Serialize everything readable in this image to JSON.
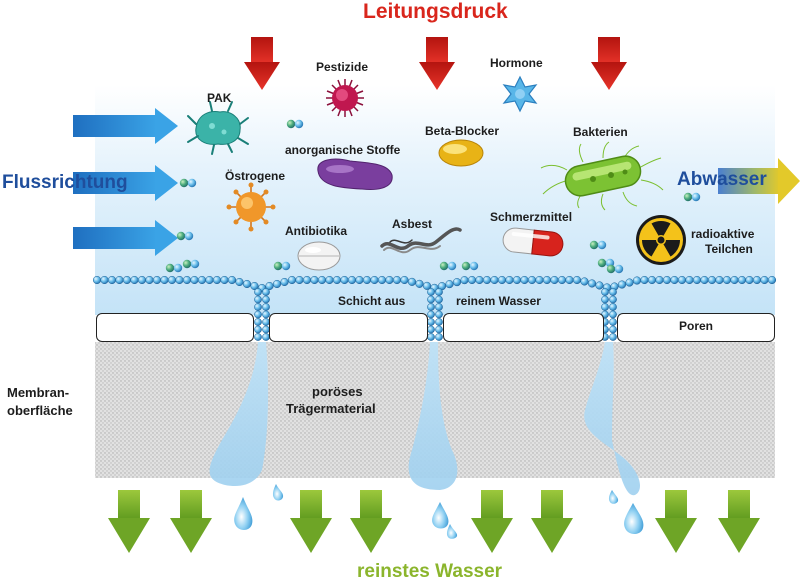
{
  "title_top": "Leitungsdruck",
  "title_bottom": "reinstes Wasser",
  "flow_direction": "Flussrichtung",
  "outflow": "Abwasser",
  "membrane_surface": {
    "line1": "Membran-",
    "line2": "oberfläche"
  },
  "porous_support": {
    "line1": "poröses",
    "line2": "Trägermaterial"
  },
  "water_layer": {
    "left": "Schicht aus",
    "right": "reinem Wasser"
  },
  "pores": "Poren",
  "contaminants": {
    "pak": "PAK",
    "pestizide": "Pestizide",
    "hormone": "Hormone",
    "beta_blocker": "Beta-Blocker",
    "anorganische_stoffe": "anorganische Stoffe",
    "bakterien": "Bakterien",
    "oestrogene": "Östrogene",
    "antibiotika": "Antibiotika",
    "asbest": "Asbest",
    "schmerzmittel": "Schmerzmittel",
    "radioaktive": {
      "line1": "radioaktive",
      "line2": "Teilchen"
    }
  },
  "colors": {
    "pressure_arrow": "#d9261c",
    "flow_arrow": "#2a8fd6",
    "outflow_arrow": "#c9c62a",
    "clean_water_arrow": "#7fb12b",
    "water_bead": "#5bb4e6",
    "support_material": "#d8d8d8"
  }
}
